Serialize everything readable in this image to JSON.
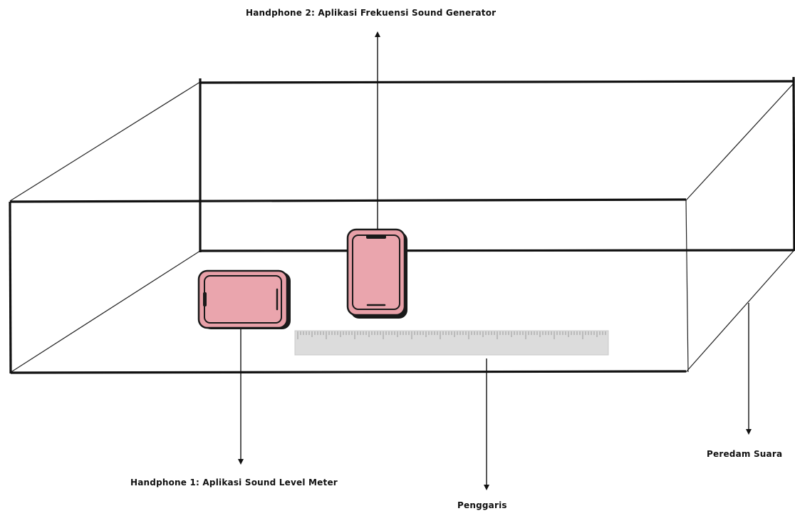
{
  "labels": {
    "phone2": "Handphone 2: Aplikasi  Frekuensi Sound Generator",
    "phone1": "Handphone 1: Aplikasi Sound Level Meter",
    "ruler": "Penggaris",
    "damper": "Peredam Suara"
  },
  "colors": {
    "line": "#111111",
    "phone_fill": "#e8a0a8",
    "phone_outline": "#1a1a1a",
    "ruler_fill": "#dcdcdc",
    "ruler_tick": "#8a8a8a",
    "background": "#ffffff"
  },
  "icons": {
    "phone1": "smartphone-landscape-icon",
    "phone2": "smartphone-portrait-icon",
    "ruler": "ruler-icon"
  }
}
